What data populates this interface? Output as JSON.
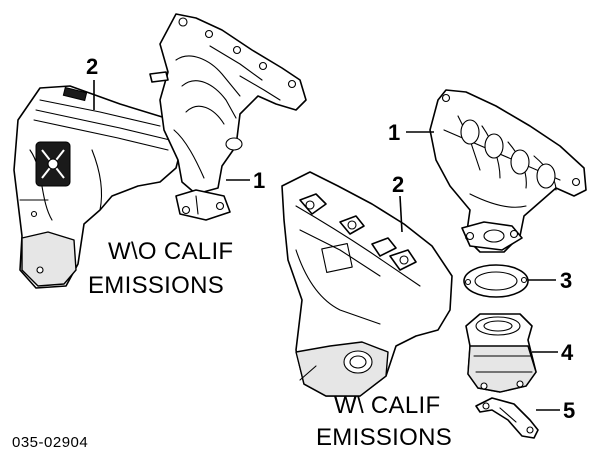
{
  "callouts": {
    "left_heat_shield": "2",
    "left_manifold": "1",
    "right_manifold": "1",
    "right_heat_shield": "2",
    "gasket": "3",
    "catalytic_converter": "4",
    "bracket": "5"
  },
  "captions": {
    "without_calif_line1": "W\\O CALIF",
    "without_calif_line2": "EMISSIONS",
    "with_calif_line1": "W\\ CALIF",
    "with_calif_line2": "EMISSIONS"
  },
  "document_number": "035-02904",
  "colors": {
    "line": "#000000",
    "background": "#ffffff",
    "shade": "#e6e6e6"
  }
}
